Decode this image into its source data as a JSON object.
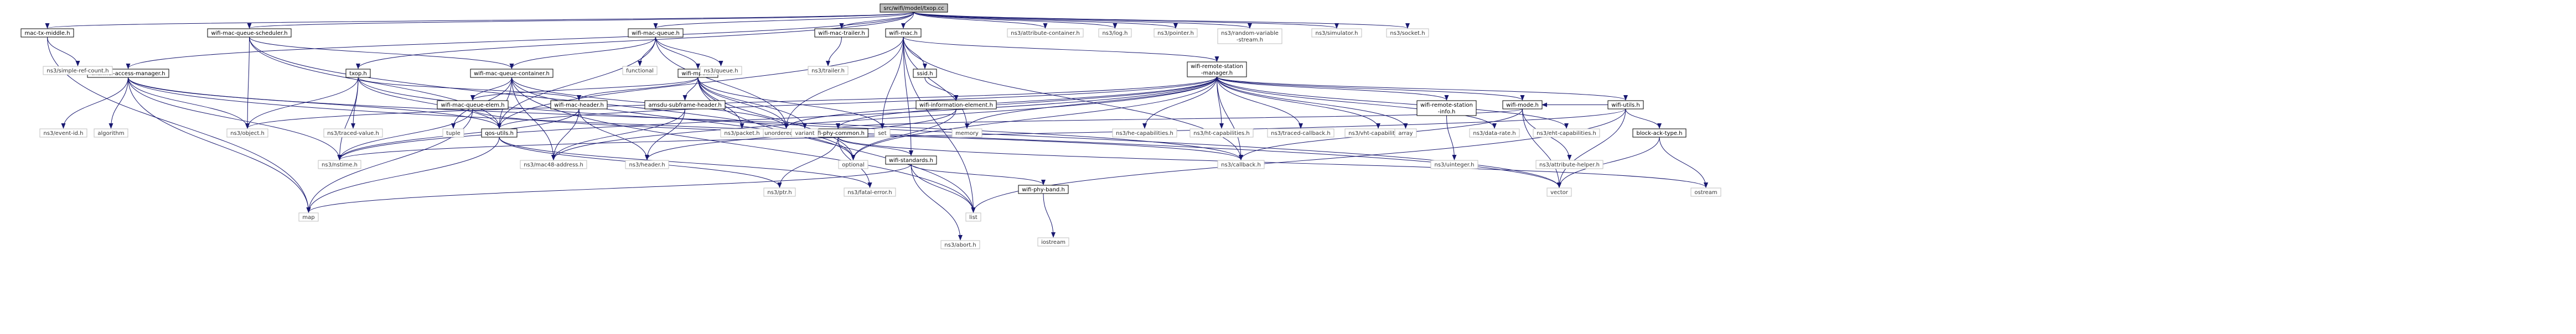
{
  "nodes": [
    {
      "id": "root",
      "label": "src/wifi/model/txop.cc",
      "kind": "root"
    },
    {
      "id": "mac_tx_middle",
      "label": "mac-tx-middle.h",
      "kind": "file"
    },
    {
      "id": "channel_access_manager",
      "label": "channel-access-manager.h",
      "kind": "file"
    },
    {
      "id": "wifi_mac_queue_scheduler",
      "label": "wifi-mac-queue-scheduler.h",
      "kind": "file"
    },
    {
      "id": "txop_h",
      "label": "txop.h",
      "kind": "file"
    },
    {
      "id": "wifi_mac_queue",
      "label": "wifi-mac-queue.h",
      "kind": "file"
    },
    {
      "id": "wifi_mac_queue_container",
      "label": "wifi-mac-queue-container.h",
      "kind": "file"
    },
    {
      "id": "wifi_mpdu",
      "label": "wifi-mpdu.h",
      "kind": "file"
    },
    {
      "id": "wifi_mac_trailer",
      "label": "wifi-mac-trailer.h",
      "kind": "file"
    },
    {
      "id": "wifi_mac",
      "label": "wifi-mac.h",
      "kind": "file"
    },
    {
      "id": "ssid",
      "label": "ssid.h",
      "kind": "file"
    },
    {
      "id": "wifi_information_element",
      "label": "wifi-information-element.h",
      "kind": "file"
    },
    {
      "id": "wifi_remote_station_manager",
      "label": "wifi-remote-station\n-manager.h",
      "kind": "file"
    },
    {
      "id": "wifi_remote_station_info",
      "label": "wifi-remote-station\n-info.h",
      "kind": "file"
    },
    {
      "id": "wifi_mac_queue_elem",
      "label": "wifi-mac-queue-elem.h",
      "kind": "file"
    },
    {
      "id": "wifi_mac_header",
      "label": "wifi-mac-header.h",
      "kind": "file"
    },
    {
      "id": "amsdu_subframe_header",
      "label": "amsdu-subframe-header.h",
      "kind": "file"
    },
    {
      "id": "qos_utils",
      "label": "qos-utils.h",
      "kind": "file"
    },
    {
      "id": "wifi_phy_common",
      "label": "wifi-phy-common.h",
      "kind": "file"
    },
    {
      "id": "wifi_standards",
      "label": "wifi-standards.h",
      "kind": "file"
    },
    {
      "id": "wifi_phy_band",
      "label": "wifi-phy-band.h",
      "kind": "file"
    },
    {
      "id": "wifi_mode",
      "label": "wifi-mode.h",
      "kind": "file"
    },
    {
      "id": "wifi_utils",
      "label": "wifi-utils.h",
      "kind": "file"
    },
    {
      "id": "block_ack_type",
      "label": "block-ack-type.h",
      "kind": "file"
    },
    {
      "id": "ns3_simple_ref_count",
      "label": "ns3/simple-ref-count.h",
      "kind": "ext"
    },
    {
      "id": "ns3_object",
      "label": "ns3/object.h",
      "kind": "ext"
    },
    {
      "id": "ns3_event_id",
      "label": "ns3/event-id.h",
      "kind": "ext"
    },
    {
      "id": "algorithm",
      "label": "algorithm",
      "kind": "ext"
    },
    {
      "id": "ns3_traced_value",
      "label": "ns3/traced-value.h",
      "kind": "ext"
    },
    {
      "id": "ns3_nstime",
      "label": "ns3/nstime.h",
      "kind": "ext"
    },
    {
      "id": "functional",
      "label": "functional",
      "kind": "ext"
    },
    {
      "id": "ns3_queue",
      "label": "ns3/queue.h",
      "kind": "ext"
    },
    {
      "id": "tuple",
      "label": "tuple",
      "kind": "ext"
    },
    {
      "id": "unordered_map",
      "label": "unordered_map",
      "kind": "ext"
    },
    {
      "id": "ns3_packet",
      "label": "ns3/packet.h",
      "kind": "ext"
    },
    {
      "id": "variant",
      "label": "variant",
      "kind": "ext"
    },
    {
      "id": "set",
      "label": "set",
      "kind": "ext"
    },
    {
      "id": "ns3_trailer",
      "label": "ns3/trailer.h",
      "kind": "ext"
    },
    {
      "id": "memory",
      "label": "memory",
      "kind": "ext"
    },
    {
      "id": "ns3_attribute_container",
      "label": "ns3/attribute-container.h",
      "kind": "ext"
    },
    {
      "id": "ns3_log",
      "label": "ns3/log.h",
      "kind": "ext"
    },
    {
      "id": "ns3_pointer",
      "label": "ns3/pointer.h",
      "kind": "ext"
    },
    {
      "id": "ns3_random_variable_stream",
      "label": "ns3/random-variable\n-stream.h",
      "kind": "ext"
    },
    {
      "id": "ns3_simulator",
      "label": "ns3/simulator.h",
      "kind": "ext"
    },
    {
      "id": "ns3_socket",
      "label": "ns3/socket.h",
      "kind": "ext"
    },
    {
      "id": "ns3_he_capabilities",
      "label": "ns3/he-capabilities.h",
      "kind": "ext"
    },
    {
      "id": "ns3_ht_capabilities",
      "label": "ns3/ht-capabilities.h",
      "kind": "ext"
    },
    {
      "id": "ns3_traced_callback",
      "label": "ns3/traced-callback.h",
      "kind": "ext"
    },
    {
      "id": "ns3_vht_capabilities",
      "label": "ns3/vht-capabilities.h",
      "kind": "ext"
    },
    {
      "id": "array",
      "label": "array",
      "kind": "ext"
    },
    {
      "id": "ns3_data_rate",
      "label": "ns3/data-rate.h",
      "kind": "ext"
    },
    {
      "id": "ns3_eht_capabilities",
      "label": "ns3/eht-capabilities.h",
      "kind": "ext"
    },
    {
      "id": "ns3_uinteger",
      "label": "ns3/uinteger.h",
      "kind": "ext"
    },
    {
      "id": "ns3_attribute_helper",
      "label": "ns3/attribute-helper.h",
      "kind": "ext"
    },
    {
      "id": "optional",
      "label": "optional",
      "kind": "ext"
    },
    {
      "id": "ns3_callback",
      "label": "ns3/callback.h",
      "kind": "ext"
    },
    {
      "id": "ns3_mac48_address",
      "label": "ns3/mac48-address.h",
      "kind": "ext"
    },
    {
      "id": "ns3_header",
      "label": "ns3/header.h",
      "kind": "ext"
    },
    {
      "id": "ns3_ptr",
      "label": "ns3/ptr.h",
      "kind": "ext"
    },
    {
      "id": "ns3_fatal_error",
      "label": "ns3/fatal-error.h",
      "kind": "ext"
    },
    {
      "id": "vector",
      "label": "vector",
      "kind": "ext"
    },
    {
      "id": "ostream",
      "label": "ostream",
      "kind": "ext"
    },
    {
      "id": "map",
      "label": "map",
      "kind": "ext"
    },
    {
      "id": "list",
      "label": "list",
      "kind": "ext"
    },
    {
      "id": "ns3_abort",
      "label": "ns3/abort.h",
      "kind": "ext"
    },
    {
      "id": "iostream",
      "label": "iostream",
      "kind": "ext"
    }
  ],
  "edges": [
    [
      "root",
      "mac_tx_middle"
    ],
    [
      "root",
      "channel_access_manager"
    ],
    [
      "root",
      "wifi_mac_queue_scheduler"
    ],
    [
      "root",
      "txop_h"
    ],
    [
      "root",
      "wifi_mac_queue"
    ],
    [
      "root",
      "wifi_mac_trailer"
    ],
    [
      "root",
      "wifi_mac"
    ],
    [
      "root",
      "ns3_attribute_container"
    ],
    [
      "root",
      "ns3_log"
    ],
    [
      "root",
      "ns3_pointer"
    ],
    [
      "root",
      "ns3_random_variable_stream"
    ],
    [
      "root",
      "ns3_simulator"
    ],
    [
      "root",
      "ns3_socket"
    ],
    [
      "mac_tx_middle",
      "ns3_simple_ref_count"
    ],
    [
      "mac_tx_middle",
      "map"
    ],
    [
      "channel_access_manager",
      "ns3_event_id"
    ],
    [
      "channel_access_manager",
      "algorithm"
    ],
    [
      "channel_access_manager",
      "ns3_object"
    ],
    [
      "channel_access_manager",
      "ns3_nstime"
    ],
    [
      "channel_access_manager",
      "map"
    ],
    [
      "channel_access_manager",
      "vector"
    ],
    [
      "channel_access_manager",
      "qos_utils"
    ],
    [
      "channel_access_manager",
      "ns3_callback"
    ],
    [
      "wifi_mac_queue_scheduler",
      "wifi_mac_queue_container"
    ],
    [
      "wifi_mac_queue_scheduler",
      "ns3_object"
    ],
    [
      "wifi_mac_queue_scheduler",
      "qos_utils"
    ],
    [
      "wifi_mac_queue_scheduler",
      "optional"
    ],
    [
      "txop_h",
      "ns3_object"
    ],
    [
      "txop_h",
      "ns3_traced_value"
    ],
    [
      "txop_h",
      "ns3_nstime"
    ],
    [
      "txop_h",
      "qos_utils"
    ],
    [
      "txop_h",
      "wifi_mac_header"
    ],
    [
      "txop_h",
      "vector"
    ],
    [
      "wifi_mac_queue",
      "wifi_mac_queue_container"
    ],
    [
      "wifi_mac_queue",
      "wifi_mpdu"
    ],
    [
      "wifi_mac_queue",
      "functional"
    ],
    [
      "wifi_mac_queue",
      "ns3_queue"
    ],
    [
      "wifi_mac_queue",
      "unordered_map"
    ],
    [
      "wifi_mac_queue",
      "qos_utils"
    ],
    [
      "wifi_mac_queue_container",
      "wifi_mac_queue_elem"
    ],
    [
      "wifi_mac_queue_container",
      "tuple"
    ],
    [
      "wifi_mac_queue_container",
      "unordered_map"
    ],
    [
      "wifi_mac_queue_container",
      "list"
    ],
    [
      "wifi_mac_queue_container",
      "ns3_mac48_address"
    ],
    [
      "wifi_mac_queue_container",
      "optional"
    ],
    [
      "wifi_mac_queue_container",
      "qos_utils"
    ],
    [
      "wifi_mpdu",
      "wifi_mac_queue_elem"
    ],
    [
      "wifi_mpdu",
      "wifi_mac_header"
    ],
    [
      "wifi_mpdu",
      "amsdu_subframe_header"
    ],
    [
      "wifi_mpdu",
      "ns3_packet"
    ],
    [
      "wifi_mpdu",
      "variant"
    ],
    [
      "wifi_mpdu",
      "set"
    ],
    [
      "wifi_mpdu",
      "list"
    ],
    [
      "wifi_mpdu",
      "unordered_map"
    ],
    [
      "wifi_mpdu",
      "optional"
    ],
    [
      "wifi_mac_trailer",
      "ns3_trailer"
    ],
    [
      "wifi_mac",
      "ssid"
    ],
    [
      "wifi_mac",
      "wifi_remote_station_manager"
    ],
    [
      "wifi_mac",
      "wifi_standards"
    ],
    [
      "wifi_mac",
      "memory"
    ],
    [
      "wifi_mac",
      "set"
    ],
    [
      "wifi_mac",
      "unordered_map"
    ],
    [
      "wifi_mac",
      "qos_utils"
    ],
    [
      "wifi_mac",
      "ns3_callback"
    ],
    [
      "wifi_mac",
      "list"
    ],
    [
      "ssid",
      "wifi_information_element"
    ],
    [
      "wifi_information_element",
      "ns3_header"
    ],
    [
      "wifi_information_element",
      "optional"
    ],
    [
      "wifi_remote_station_manager",
      "qos_utils"
    ],
    [
      "wifi_remote_station_manager",
      "wifi_mode"
    ],
    [
      "wifi_remote_station_manager",
      "wifi_remote_station_info"
    ],
    [
      "wifi_remote_station_manager",
      "wifi_utils"
    ],
    [
      "wifi_remote_station_manager",
      "ns3_he_capabilities"
    ],
    [
      "wifi_remote_station_manager",
      "ns3_ht_capabilities"
    ],
    [
      "wifi_remote_station_manager",
      "ns3_traced_callback"
    ],
    [
      "wifi_remote_station_manager",
      "ns3_vht_capabilities"
    ],
    [
      "wifi_remote_station_manager",
      "array"
    ],
    [
      "wifi_remote_station_manager",
      "ns3_data_rate"
    ],
    [
      "wifi_remote_station_manager",
      "ns3_eht_capabilities"
    ],
    [
      "wifi_remote_station_manager",
      "ns3_object"
    ],
    [
      "wifi_remote_station_manager",
      "memory"
    ],
    [
      "wifi_remote_station_manager",
      "unordered_map"
    ],
    [
      "wifi_remote_station_manager",
      "optional"
    ],
    [
      "wifi_remote_station_manager",
      "ns3_nstime"
    ],
    [
      "wifi_remote_station_manager",
      "ns3_mac48_address"
    ],
    [
      "wifi_remote_station_manager",
      "wifi_phy_common"
    ],
    [
      "wifi_remote_station_manager",
      "ns3_callback"
    ],
    [
      "wifi_remote_station_info",
      "ns3_uinteger"
    ],
    [
      "wifi_mac_queue_elem",
      "ns3_nstime"
    ],
    [
      "wifi_mac_queue_elem",
      "map"
    ],
    [
      "wifi_mac_queue_elem",
      "ns3_callback"
    ],
    [
      "wifi_mac_header",
      "ns3_header"
    ],
    [
      "wifi_mac_header",
      "ns3_mac48_address"
    ],
    [
      "wifi_mac_header",
      "ns3_nstime"
    ],
    [
      "amsdu_subframe_header",
      "ns3_header"
    ],
    [
      "amsdu_subframe_header",
      "ns3_mac48_address"
    ],
    [
      "qos_utils",
      "ns3_fatal_error"
    ],
    [
      "qos_utils",
      "ns3_ptr"
    ],
    [
      "qos_utils",
      "map"
    ],
    [
      "wifi_phy_common",
      "wifi_standards"
    ],
    [
      "wifi_phy_common",
      "ns3_fatal_error"
    ],
    [
      "wifi_phy_common",
      "ns3_ptr"
    ],
    [
      "wifi_phy_common",
      "ostream"
    ],
    [
      "wifi_standards",
      "wifi_phy_band"
    ],
    [
      "wifi_standards",
      "ns3_abort"
    ],
    [
      "wifi_standards",
      "list"
    ],
    [
      "wifi_standards",
      "map"
    ],
    [
      "wifi_phy_band",
      "iostream"
    ],
    [
      "wifi_mode",
      "wifi_phy_common"
    ],
    [
      "wifi_mode",
      "ns3_attribute_helper"
    ],
    [
      "wifi_mode",
      "ns3_callback"
    ],
    [
      "wifi_mode",
      "vector"
    ],
    [
      "wifi_utils",
      "block_ack_type"
    ],
    [
      "wifi_utils",
      "wifi_mode"
    ],
    [
      "wifi_utils",
      "ns3_nstime"
    ],
    [
      "wifi_utils",
      "list"
    ],
    [
      "wifi_utils",
      "vector"
    ],
    [
      "block_ack_type",
      "ostream"
    ],
    [
      "block_ack_type",
      "vector"
    ]
  ]
}
